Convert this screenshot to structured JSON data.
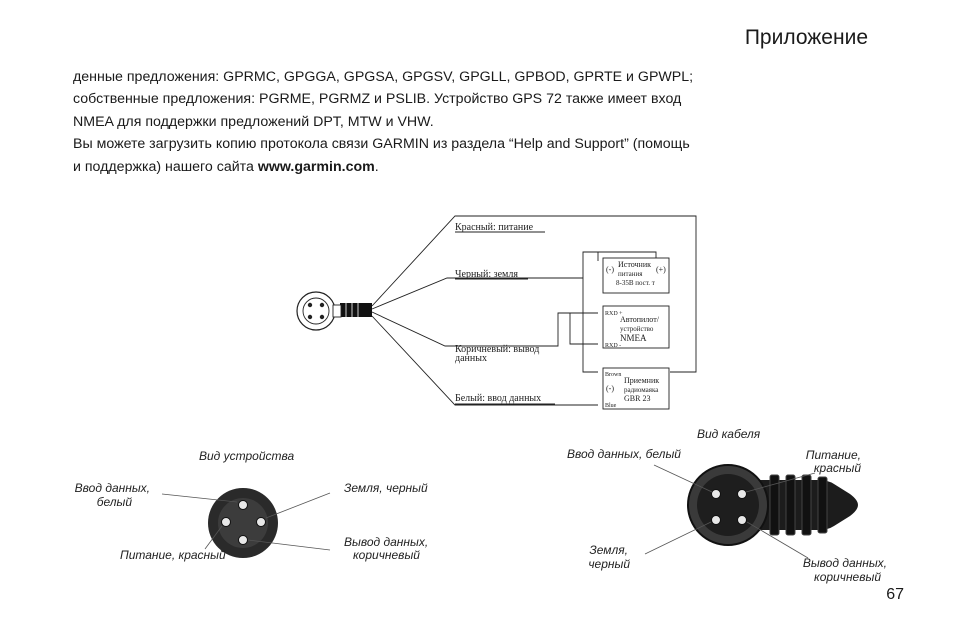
{
  "header": {
    "title": "Приложение"
  },
  "body": {
    "p1_line1": "денные предложения: GPRMC, GPGGA, GPGSA, GPGSV, GPGLL, GPBOD, GPRTE и GPWPL;",
    "p1_line2": "собственные предложения: PGRME, PGRMZ и PSLIB. Устройство GPS 72 также имеет вход",
    "p1_line3": "NMEA для поддержки предложений DPT, MTW и VHW.",
    "p2_line1": "Вы можете загрузить копию протокола связи GARMIN из раздела “Help and Support” (помощь",
    "p2_line2_prefix": "и поддержка) нашего сайта ",
    "p2_site": "www.garmin.com",
    "p2_suffix": "."
  },
  "wiring": {
    "red": "Красный: питание",
    "black": "Черный: земля",
    "brown_1": "Коричневый: вывод",
    "brown_2": "данных",
    "white": "Белый: ввод данных",
    "power_box": {
      "neg": "(-)",
      "pos": "(+)",
      "line1": "Источник",
      "line2": "питания",
      "line3": "8-35В пост. т"
    },
    "nmea_box": {
      "rxd_pos": "RXD +",
      "rxd_neg": "RXD -",
      "line1": "Автопилот/",
      "line2": "устройство",
      "line3": "NMEA"
    },
    "beacon_box": {
      "brown": "Brown",
      "blue": "Blue",
      "neg": "(-)",
      "line1": "Приемник",
      "line2": "радиомаяка",
      "line3": "GBR 23"
    }
  },
  "device_view": {
    "title": "Вид устройства",
    "data_in_1": "Ввод данных,",
    "data_in_2": "белый",
    "ground": "Земля, черный",
    "power": "Питание, красный",
    "data_out_1": "Вывод данных,",
    "data_out_2": "коричневый"
  },
  "cable_view": {
    "title": "Вид кабеля",
    "data_in": "Ввод данных, белый",
    "power_1": "Питание,",
    "power_2": "красный",
    "ground_1": "Земля,",
    "ground_2": "черный",
    "data_out_1": "Вывод данных,",
    "data_out_2": "коричневый"
  },
  "footer": {
    "page_number": "67"
  }
}
